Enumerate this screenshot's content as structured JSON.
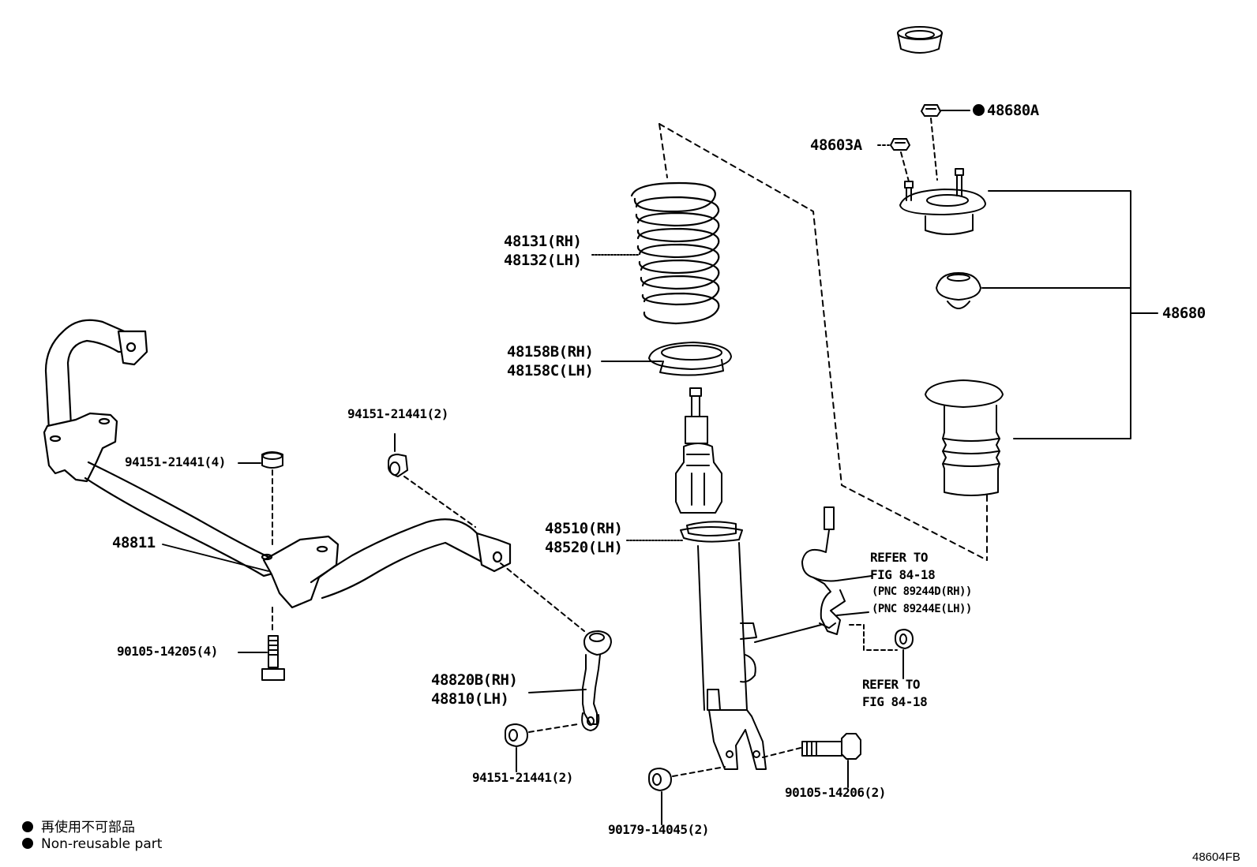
{
  "parts": {
    "p48680A": "48680A",
    "p48603A": "48603A",
    "p48680": "48680",
    "spring_rh": "48131(RH)",
    "spring_lh": "48132(LH)",
    "seat_rh": "48158B(RH)",
    "seat_lh": "48158C(LH)",
    "strut_rh": "48510(RH)",
    "strut_lh": "48520(LH)",
    "stabilizer": "48811",
    "bolt_top_right": "94151-21441(2)",
    "bolt_top_left": "94151-21441(4)",
    "bolt_lower": "90105-14205(4)",
    "link_rh": "48820B(RH)",
    "link_lh": "48810(LH)",
    "nut_link": "94151-21441(2)",
    "nut_strut": "90179-14045(2)",
    "bolt_strut": "90105-14206(2)"
  },
  "refs": {
    "ref1_line1": "REFER TO",
    "ref1_line2": "FIG 84-18",
    "ref1_pnc_rh": "(PNC 89244D(RH))",
    "ref1_pnc_lh": "(PNC 89244E(LH))",
    "ref2_line1": "REFER TO",
    "ref2_line2": "FIG 84-18"
  },
  "legend": {
    "jp": "再使用不可部品",
    "en": "Non-reusable part"
  },
  "figure_id": "48604FB"
}
